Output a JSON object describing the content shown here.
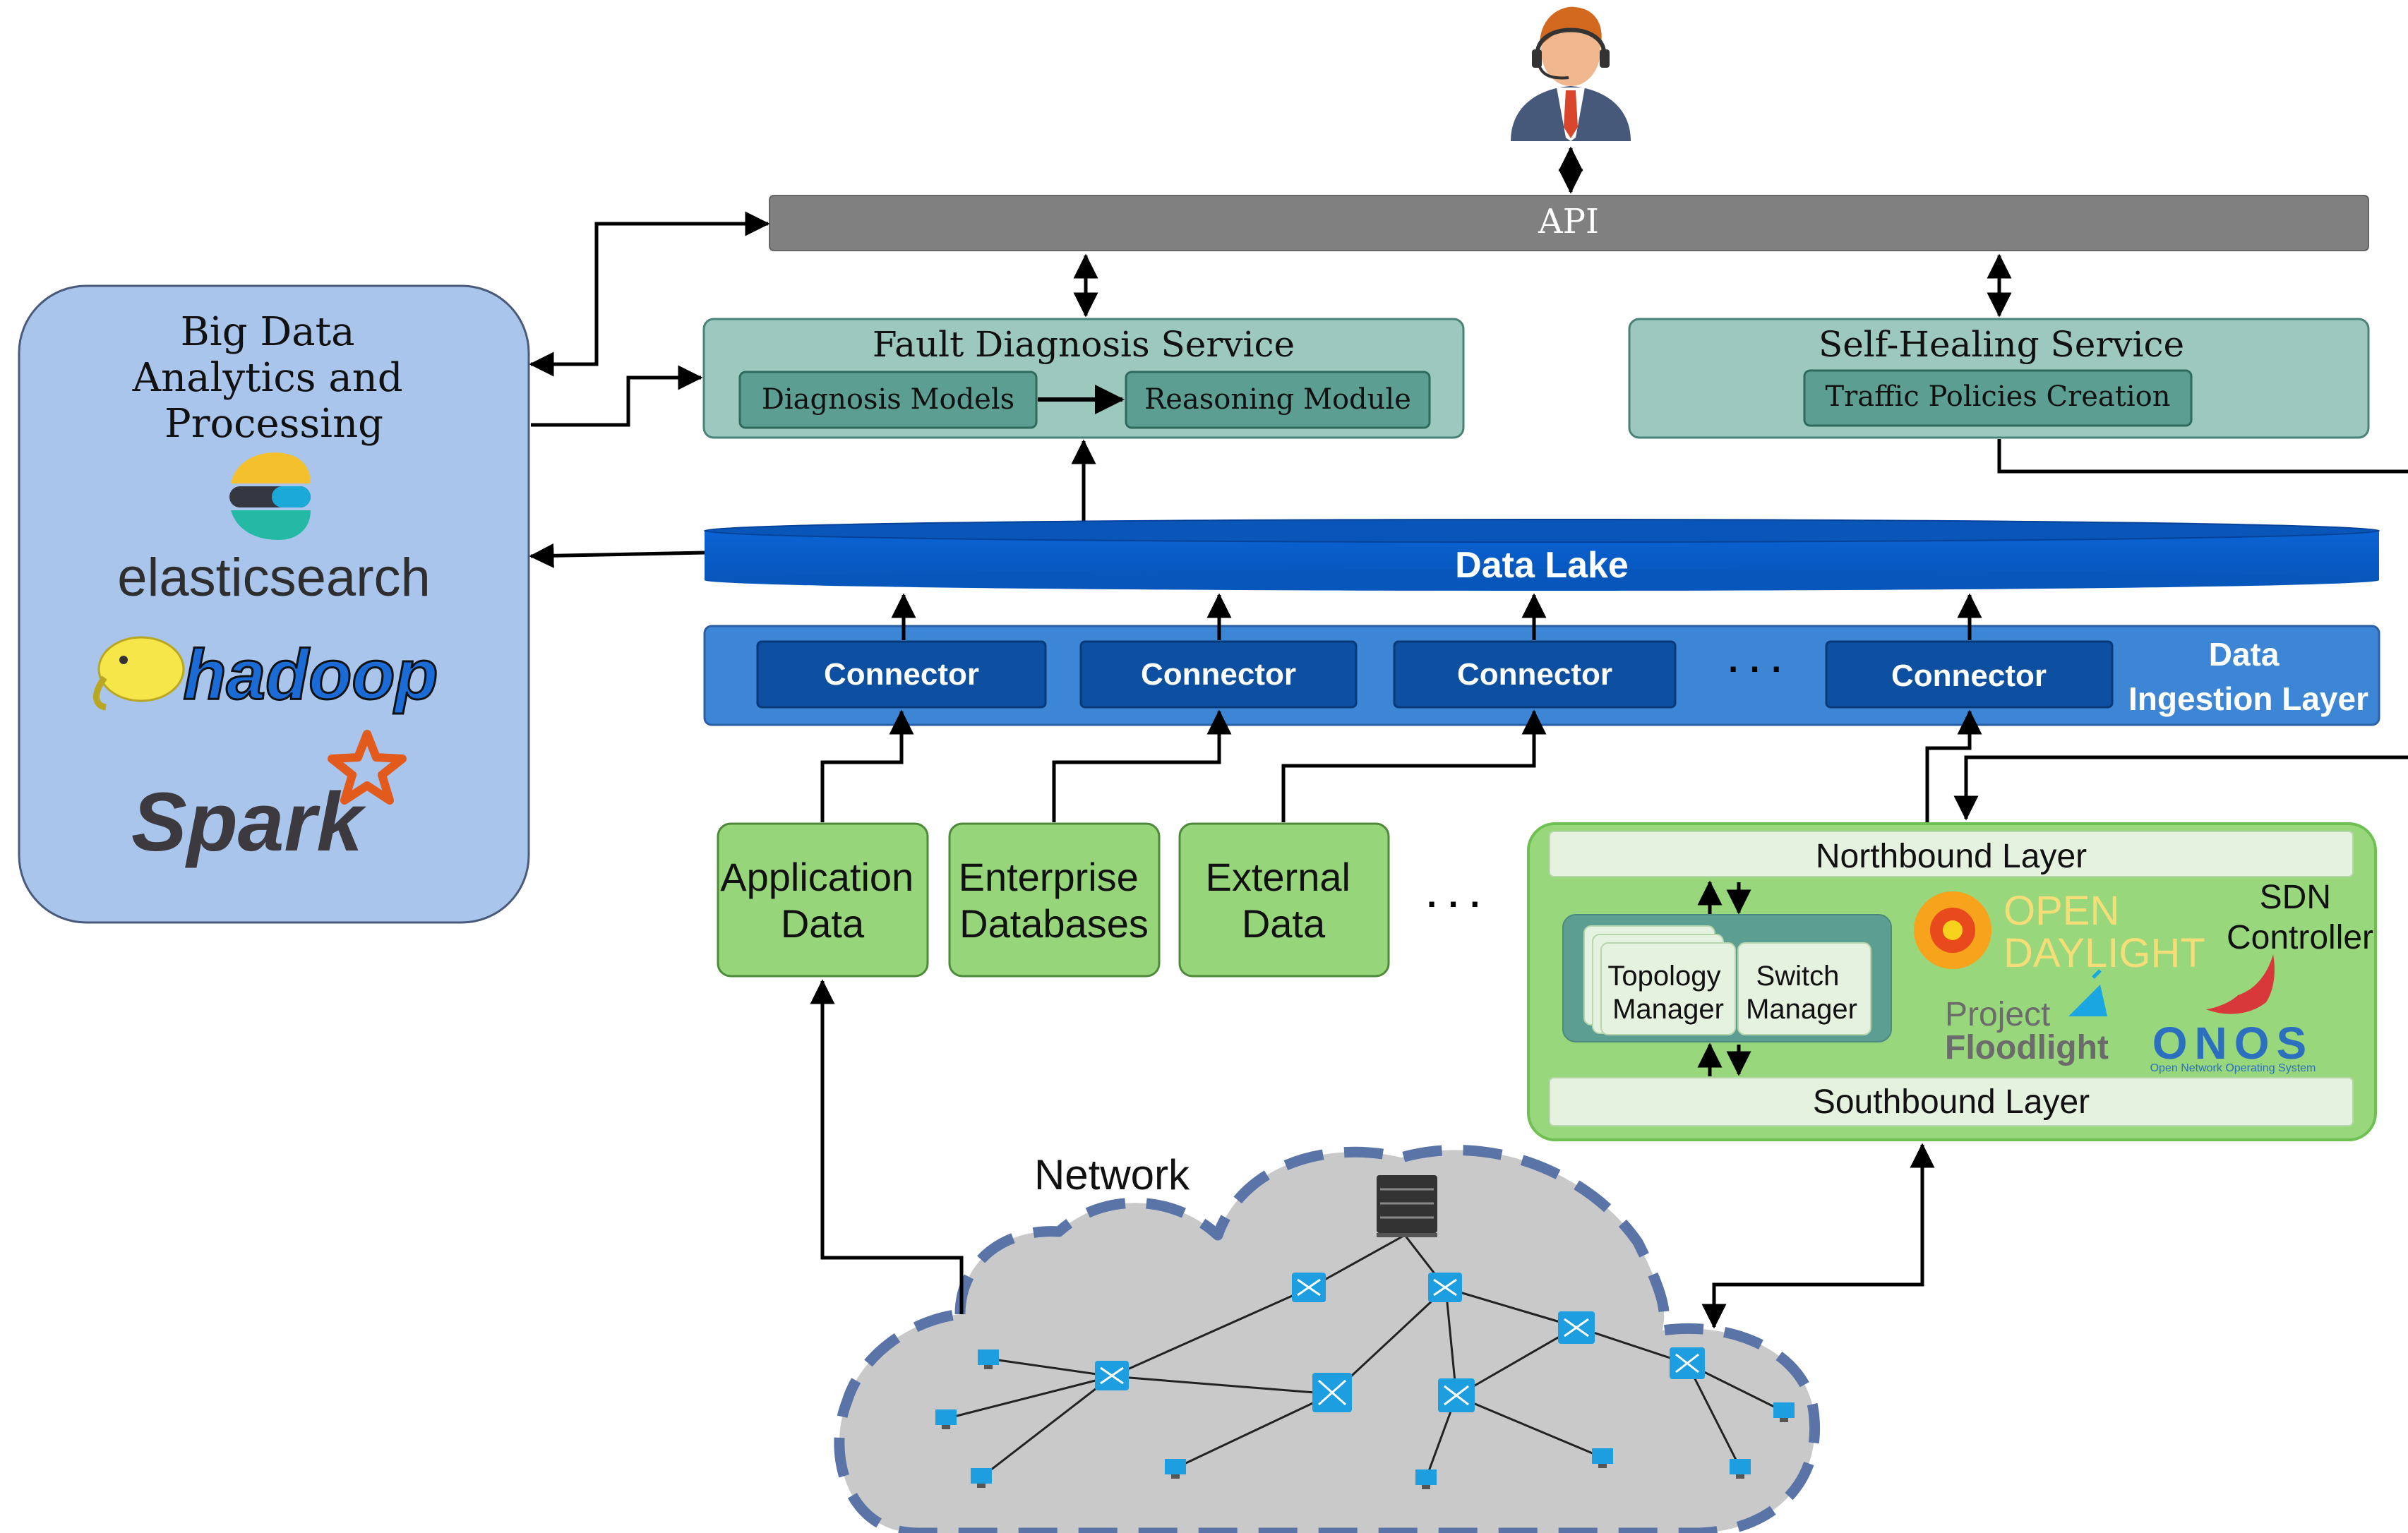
{
  "api": {
    "label": "API"
  },
  "analytics": {
    "title_lines": [
      "Big Data",
      "Analytics and",
      "Processing"
    ],
    "logos": {
      "elasticsearch": "elasticsearch",
      "hadoop": "hadoop",
      "spark": "Spark"
    }
  },
  "fault_diagnosis": {
    "title": "Fault Diagnosis Service",
    "models": "Diagnosis Models",
    "reasoning": "Reasoning Module"
  },
  "self_healing": {
    "title": "Self-Healing Service",
    "policies": "Traffic Policies Creation"
  },
  "data_lake": {
    "label": "Data Lake"
  },
  "ingestion": {
    "label_lines": [
      "Data",
      "Ingestion Layer"
    ],
    "connectors": [
      "Connector",
      "Connector",
      "Connector",
      "Connector"
    ],
    "ellipsis": "· · ·"
  },
  "sources": [
    {
      "lines": [
        "Application",
        "Data"
      ]
    },
    {
      "lines": [
        "Enterprise",
        "Databases"
      ]
    },
    {
      "lines": [
        "External",
        "Data"
      ]
    }
  ],
  "sources_ellipsis": "· · ·",
  "sdn": {
    "northbound": "Northbound Layer",
    "southbound": "Southbound Layer",
    "controller_lines": [
      "SDN",
      "Controller"
    ],
    "topology_lines": [
      "Topology",
      "Manager"
    ],
    "switch_lines": [
      "Switch",
      "Manager"
    ],
    "logos": {
      "opendaylight_lines": [
        "OPEN",
        "DAYLIGHT"
      ],
      "floodlight_lines": [
        "Project",
        "Floodlight"
      ],
      "onos": "ONOS",
      "onos_sub": "Open Network Operating System"
    }
  },
  "network": {
    "label": "Network"
  },
  "colors": {
    "api": "#808080",
    "service": "#9cc8be",
    "service_inner": "#5c9e92",
    "data_lake": "#0a5fcc",
    "ingestion": "#3d86d6",
    "connector": "#0d4fa0",
    "source": "#97d57a",
    "sdn": "#98d77c",
    "analytics": "#a9c5ec",
    "cloud": "#c9c9c9",
    "cloud_border": "#5a74a8"
  }
}
